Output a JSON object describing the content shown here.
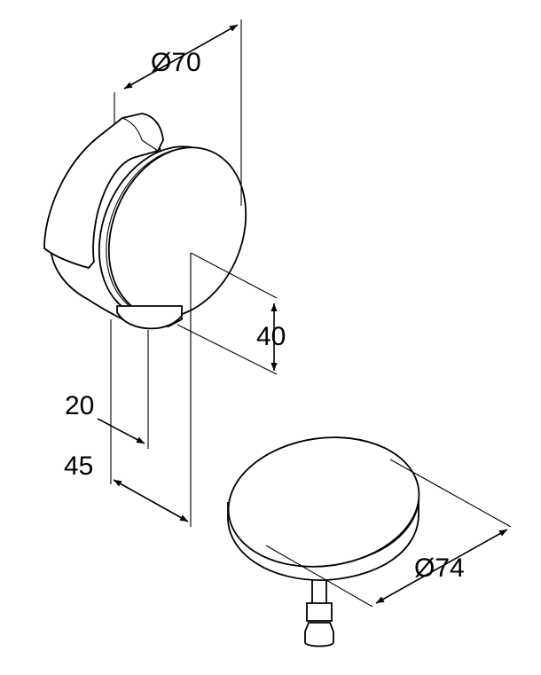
{
  "dimensions": {
    "overflow_diameter": "Ø70",
    "projection_height": "40",
    "stem_depth": "20",
    "total_depth": "45",
    "cap_diameter": "Ø74"
  },
  "colors": {
    "line": "#000000",
    "background": "#ffffff"
  }
}
